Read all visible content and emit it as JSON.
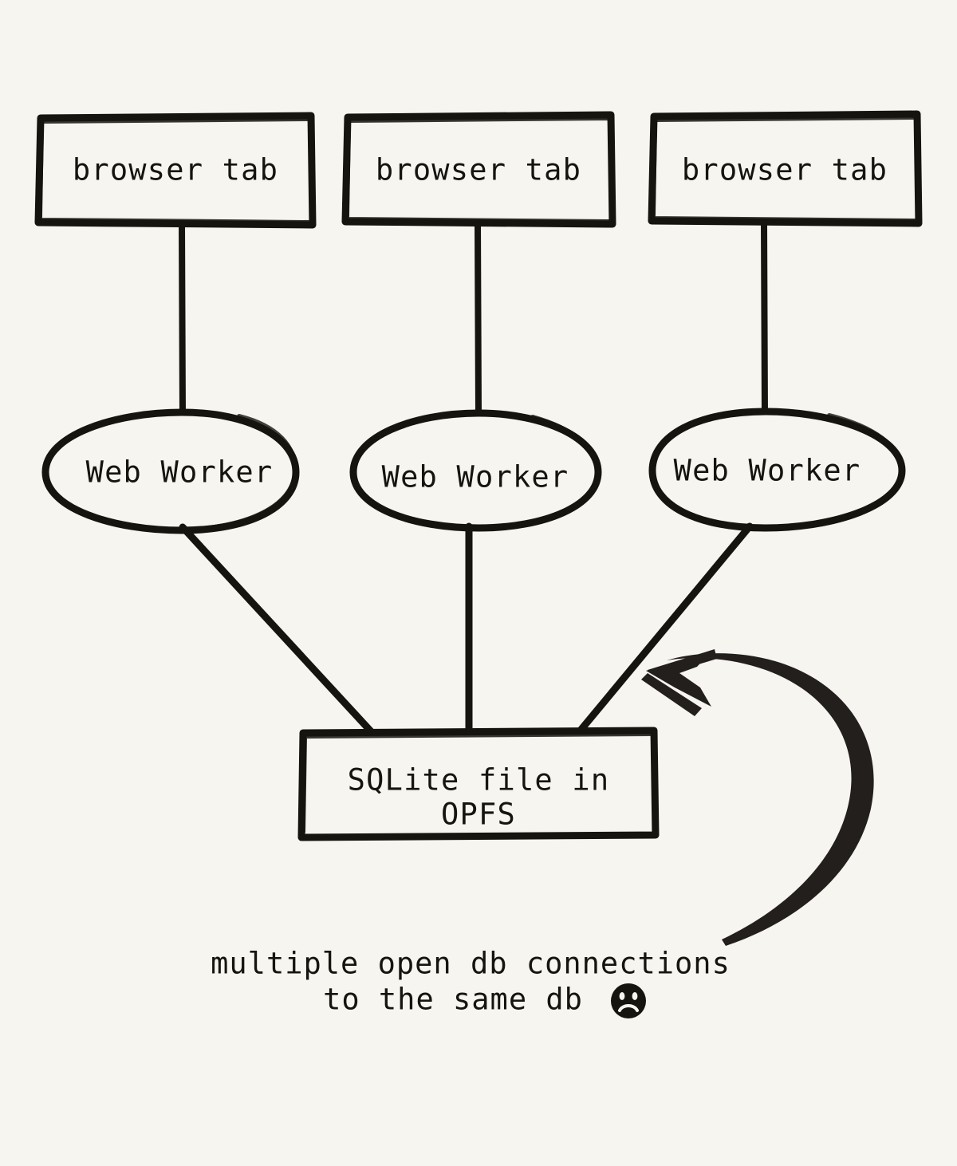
{
  "diagram": {
    "title": "SQLite file in OPFS accessed by multiple browser tabs",
    "background_color": "#f6f5f0",
    "stroke_color": "#16140f",
    "arrow_color": "#221f1d",
    "style": "hand-drawn",
    "tabs": [
      {
        "label": "browser tab"
      },
      {
        "label": "browser tab"
      },
      {
        "label": "browser tab"
      }
    ],
    "workers": [
      {
        "label": "Web Worker"
      },
      {
        "label": "Web Worker"
      },
      {
        "label": "Web Worker"
      }
    ],
    "storage": {
      "label_line1": "SQLite file in",
      "label_line2": "OPFS"
    },
    "annotation": {
      "line1": "multiple open db connections",
      "line2": "to the same db",
      "emoji": "☹",
      "emoji_name": "frowning-face"
    }
  }
}
